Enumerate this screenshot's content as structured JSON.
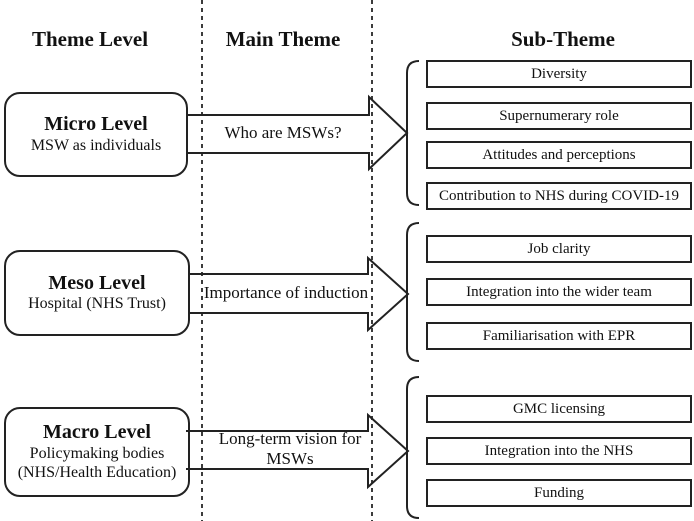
{
  "columns": [
    {
      "label": "Theme Level"
    },
    {
      "label": "Main Theme"
    },
    {
      "label": "Sub-Theme"
    }
  ],
  "rows": [
    {
      "level": {
        "title": "Micro Level",
        "subtitle": "MSW as individuals"
      },
      "main_theme": "Who are MSWs?",
      "sub_themes": [
        "Diversity",
        "Supernumerary role",
        "Attitudes and perceptions",
        "Contribution to NHS during COVID-19"
      ]
    },
    {
      "level": {
        "title": "Meso Level",
        "subtitle": "Hospital (NHS Trust)"
      },
      "main_theme": "Importance of induction",
      "sub_themes": [
        "Job clarity",
        "Integration into the wider team",
        "Familiarisation with EPR"
      ]
    },
    {
      "level": {
        "title": "Macro Level",
        "subtitle": "Policymaking bodies\n(NHS/Health Education)"
      },
      "main_theme": "Long-term vision for\nMSWs",
      "sub_themes": [
        "GMC licensing",
        "Integration into the NHS",
        "Funding"
      ]
    }
  ],
  "colors": {
    "line": "#222222",
    "background": "#ffffff",
    "text": "#111111"
  }
}
